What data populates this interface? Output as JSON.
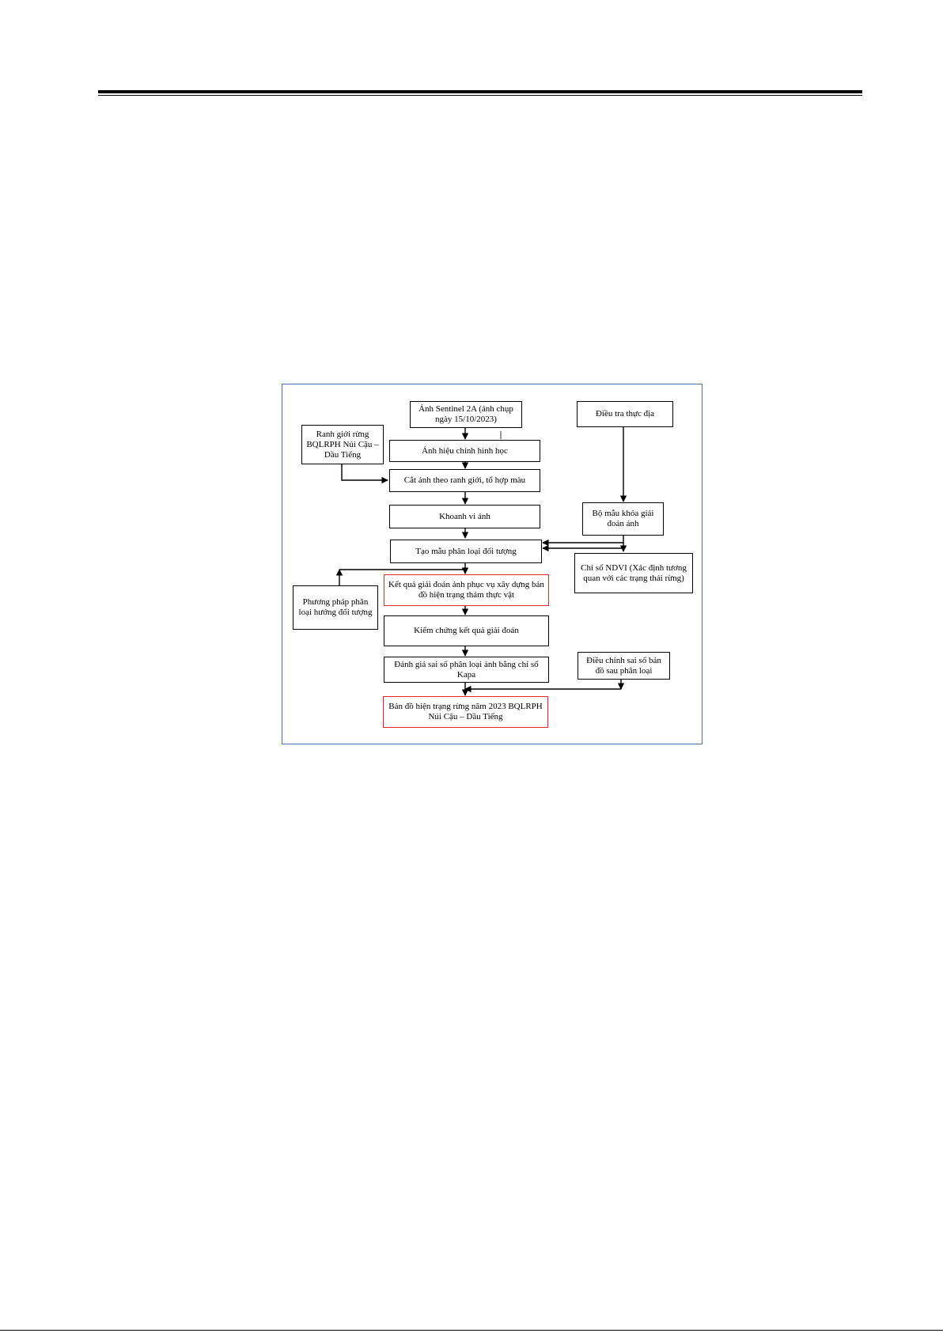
{
  "diagram": {
    "nodes": {
      "sentinel": "Ảnh Sentinel 2A (ảnh chụp ngày 15/10/2023)",
      "dieutra": "Điều tra thực địa",
      "ranhgioi": "Ranh giới rừng BQLRPH Núi Cậu – Dầu Tiếng",
      "hieuchinh": "Ảnh hiệu chỉnh hình học",
      "catanh": "Cắt ảnh theo ranh giới, tổ hợp màu",
      "khoanhvi": "Khoanh vi ảnh",
      "bomau": "Bộ mẫu khóa giải đoán ảnh",
      "taomau": "Tạo mẫu phân loại đối tượng",
      "ndvi": "Chỉ số NDVI (Xác định tương quan với các trạng thái rừng)",
      "phuongphap": "Phương pháp phân loại hướng đối tượng",
      "ketqua": "Kết quả giải đoán ảnh phục vụ xây dựng bản đồ hiện trạng thảm thực vật",
      "kiemchung": "Kiểm chứng kết quả giải đoán",
      "danhgia": "Đánh giá sai số phân loại ảnh bằng chỉ số Kapa",
      "dieuchinh": "Điều chỉnh sai số bản đồ sau phân loại",
      "bando": "Bản đồ hiện trạng rừng năm 2023 BQLRPH Núi Cậu – Dầu Tiếng"
    },
    "colors": {
      "frame_border": "#4a6fa5",
      "highlight_border": "#e32626",
      "node_border": "#000000"
    }
  }
}
